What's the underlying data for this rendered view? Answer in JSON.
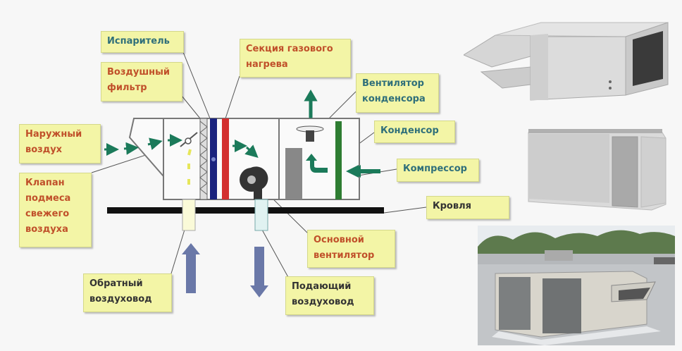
{
  "title": "Схема крышного кондиционера (руфтопа)",
  "labels": {
    "evaporator": {
      "text": "Испаритель",
      "color": "#2f6f7a"
    },
    "air_filter": {
      "text": "Воздушный\nфильтр",
      "color": "#c0502a"
    },
    "gas_heating": {
      "text": "Секция газового\nнагрева",
      "color": "#c0502a"
    },
    "condenser_fan": {
      "text": "Вентилятор\nконденсора",
      "color": "#2f6f7a"
    },
    "condenser": {
      "text": "Конденсор",
      "color": "#2f6f7a"
    },
    "compressor": {
      "text": "Компрессор",
      "color": "#2f6f7a"
    },
    "roof": {
      "text": "Кровля",
      "color": "#333333"
    },
    "outdoor_air": {
      "text": "Наружный\nвоздух",
      "color": "#c0502a"
    },
    "fresh_air_damper": {
      "text": "Клапан\nподмеса\nсвежего\nвоздуха",
      "color": "#c0502a"
    },
    "main_fan": {
      "text": "Основной\nвентилятор",
      "color": "#c0502a"
    },
    "return_duct": {
      "text": "Обратный\nвоздуховод",
      "color": "#333333"
    },
    "supply_duct": {
      "text": "Подающий\nвоздуховод",
      "color": "#333333"
    }
  },
  "colors": {
    "label_bg": "#f3f5a6",
    "evaporator_coil": "#1a237e",
    "heater_coil": "#d32f2f",
    "condenser_coil": "#2e7d32",
    "airflow_green": "#1b7a5a",
    "return_air": "#e8e86a",
    "duct_arrow": "#6a78a8",
    "roof": "#111111"
  },
  "photos": [
    {
      "name": "rooftop-unit-photo-1",
      "caption": ""
    },
    {
      "name": "rooftop-unit-photo-2",
      "caption": ""
    },
    {
      "name": "rooftop-unit-installed-photo",
      "caption": ""
    }
  ]
}
